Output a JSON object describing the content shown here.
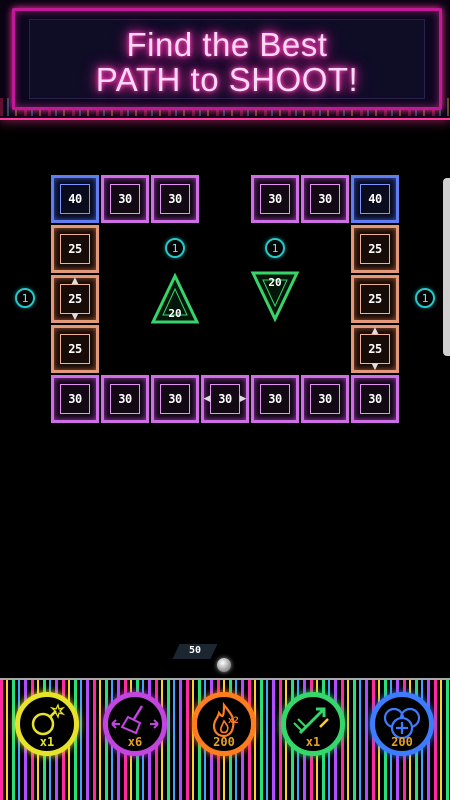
{
  "banner": {
    "line1": "Find the Best",
    "line2": "PATH to SHOOT!"
  },
  "bricks": {
    "top_row": [
      "40",
      "30",
      "30",
      "30",
      "30",
      "40"
    ],
    "left_column": [
      "25",
      "25",
      "25"
    ],
    "right_column": [
      "25",
      "25",
      "25"
    ],
    "bottom_row": [
      "30",
      "30",
      "30",
      "30",
      "30",
      "30",
      "30"
    ]
  },
  "triangles": {
    "left": "20",
    "right": "20"
  },
  "extra_ball_pickups": [
    "1",
    "1",
    "1",
    "1"
  ],
  "shooter": {
    "ball_count": "50"
  },
  "powerups": [
    {
      "name": "bomb-icon",
      "count": "x1",
      "color": "#e6e32a"
    },
    {
      "name": "broom-icon",
      "count": "x6",
      "color": "#c245e0"
    },
    {
      "name": "fire-icon",
      "count": "200",
      "color": "#ff7d1e"
    },
    {
      "name": "arrow-up-icon",
      "count": "x1",
      "color": "#35d66a"
    },
    {
      "name": "extra-balls-icon",
      "count": "200",
      "color": "#3d7cff"
    }
  ],
  "colors": {
    "brick_40": "#5f7ef2",
    "brick_30": "#d06ee6",
    "brick_25": "#e2997a",
    "triangle": "#38d46a",
    "pickup_ring": "#25c9c9",
    "banner_glow": "#ff3aa0"
  }
}
